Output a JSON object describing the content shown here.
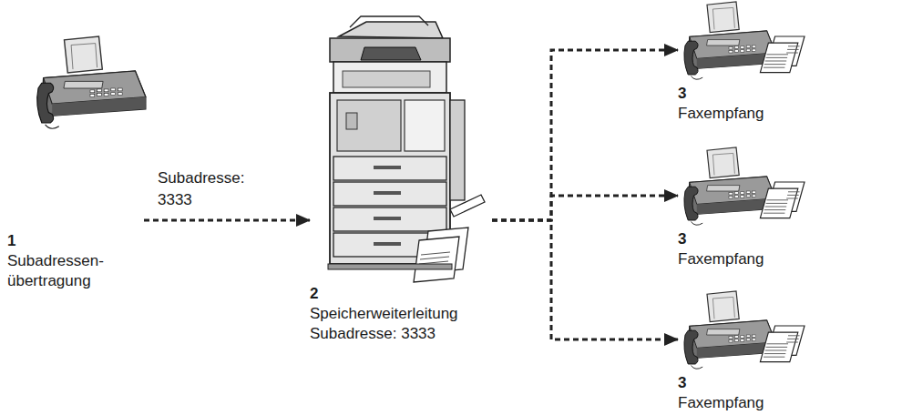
{
  "diagram": {
    "nodes": [
      {
        "text": [
          "1",
          "Subadressen- übertragung"
        ]
      },
      {
        "text": [
          "2",
          "Speicherweiterleitung Subadresse: 3333"
        ]
      },
      {
        "text": [
          "3",
          "Faxempfang"
        ]
      },
      {
        "text": [
          "3",
          "Faxempfang"
        ]
      },
      {
        "text": [
          "3",
          "Faxempfang"
        ]
      }
    ],
    "edges": [
      {
        "from": 0,
        "to": 1,
        "arrow": "to",
        "label": "Subadresse: 3333"
      },
      {
        "from": 1,
        "to": 2,
        "arrow": "to"
      },
      {
        "from": 1,
        "to": 3,
        "arrow": "to"
      },
      {
        "from": 1,
        "to": 4,
        "arrow": "to"
      }
    ]
  }
}
